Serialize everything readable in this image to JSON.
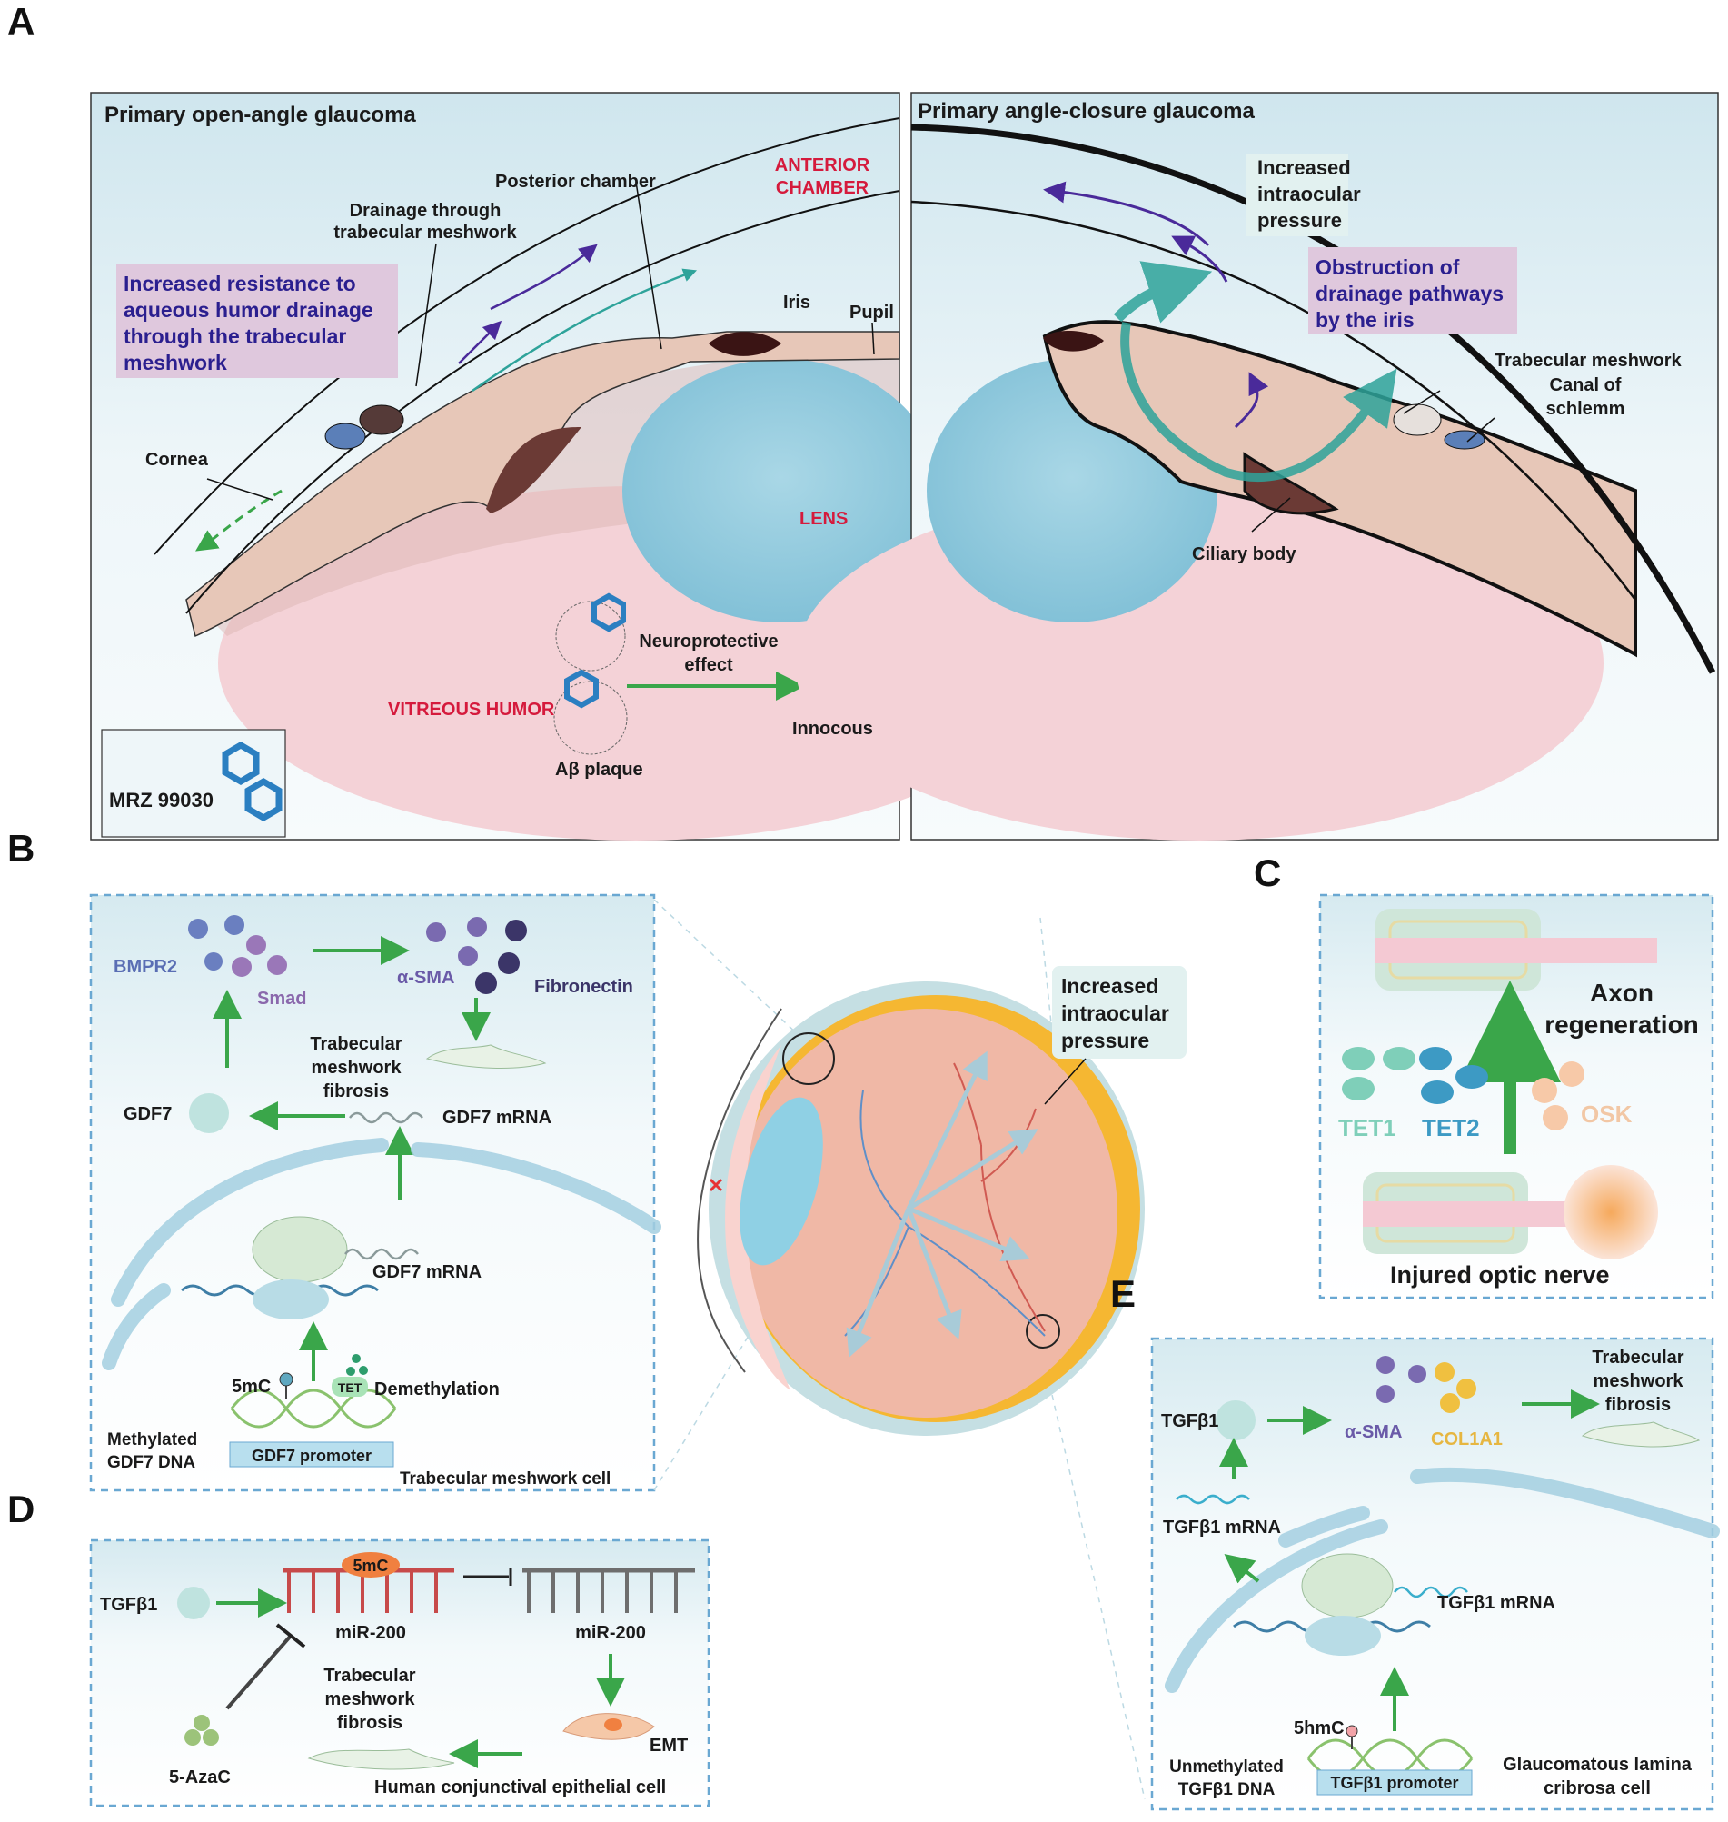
{
  "panels": {
    "a": "A",
    "b": "B",
    "c": "C",
    "d": "D",
    "e": "E"
  },
  "panel_a": {
    "left_title": "Primary open-angle glaucoma",
    "right_title": "Primary angle-closure glaucoma",
    "posterior_chamber": "Posterior chamber",
    "anterior_chamber": [
      "ANTERIOR",
      "CHAMBER"
    ],
    "drainage_trabecular": [
      "Drainage through",
      "trabecular meshwork"
    ],
    "resistance_box": [
      "Increased resistance to",
      "aqueous humor drainage",
      "through the trabecular",
      "meshwork"
    ],
    "iris": "Iris",
    "pupil": "Pupil",
    "cornea": "Cornea",
    "lens": "LENS",
    "neuroprotective": [
      "Neuroprotective",
      "effect"
    ],
    "vitreous_humor": "VITREOUS HUMOR",
    "innocous": "Innocous",
    "ab_plaque": "Aβ plaque",
    "mrz": "MRZ 99030",
    "increased_iop": [
      "Increased",
      "intraocular",
      "pressure"
    ],
    "obstruction_box": [
      "Obstruction of",
      "drainage pathways",
      "by the iris"
    ],
    "trabecular_meshwork": "Trabecular meshwork",
    "canal_of_schlemm": [
      "Canal of",
      "schlemm"
    ],
    "ciliary_body": "Ciliary body"
  },
  "panel_b": {
    "bmpr2": "BMPR2",
    "smad": "Smad",
    "asma": "α-SMA",
    "fibronectin": "Fibronectin",
    "tm_fibrosis": [
      "Trabecular",
      "meshwork",
      "fibrosis"
    ],
    "gdf7": "GDF7",
    "gdf7_mrna_top": "GDF7 mRNA",
    "gdf7_mrna_bottom": "GDF7 mRNA",
    "five_mc": "5mC",
    "tet": "TET",
    "demethylation": "Demethylation",
    "methylated": [
      "Methylated",
      "GDF7 DNA"
    ],
    "promoter": "GDF7 promoter",
    "cell": "Trabecular meshwork cell"
  },
  "center_eye": {
    "increased_iop": [
      "Increased",
      "intraocular",
      "pressure"
    ]
  },
  "panel_c": {
    "axon_regeneration": [
      "Axon",
      "regeneration"
    ],
    "tet1": "TET1",
    "tet2": "TET2",
    "osk": "OSK",
    "injured_optic_nerve": "Injured optic nerve"
  },
  "panel_d": {
    "tgfb1": "TGFβ1",
    "five_mc": "5mC",
    "mir200_left": "miR-200",
    "mir200_right": "miR-200",
    "tm_fibrosis": [
      "Trabecular",
      "meshwork",
      "fibrosis"
    ],
    "emt": "EMT",
    "azac": "5-AzaC",
    "cell": "Human conjunctival epithelial cell"
  },
  "panel_e": {
    "tgfb1": "TGFβ1",
    "asma": "α-SMA",
    "col1a1": "COL1A1",
    "tm_fibrosis": [
      "Trabecular",
      "meshwork",
      "fibrosis"
    ],
    "tgfb1_mrna_left": "TGFβ1 mRNA",
    "tgfb1_mrna_right": "TGFβ1 mRNA",
    "five_hmc": "5hmC",
    "unmethylated": [
      "Unmethylated",
      "TGFβ1 DNA"
    ],
    "promoter": "TGFβ1 promoter",
    "cell": [
      "Glaucomatous lamina",
      "cribrosa cell"
    ]
  },
  "colors": {
    "red_label": "#d51a3c",
    "purple_text": "#2b1f8f",
    "arrow_green": "#3aa64a",
    "teal": "#2ea39a"
  }
}
